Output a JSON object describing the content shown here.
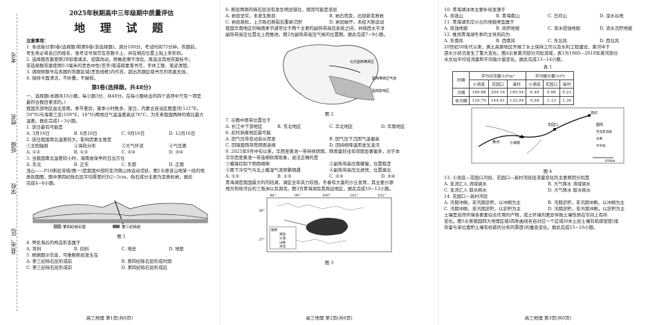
{
  "binding": {
    "kaohao": "考号",
    "xingming": "姓名",
    "banji": "班级",
    "xuexiao": "学校",
    "xian": "县(市、区)"
  },
  "page1": {
    "title_main": "2025年秋期高中三年级期中质量评估",
    "title_sub": "地 理 试 题",
    "notes_head": "注意事项：",
    "notes": [
      "1. 本试卷分第Ⅰ卷(选择题)和第Ⅱ卷(非选择题)，满分100分，考试时间75分钟。答题前，",
      "考生务必将自己的姓名、准考证号填写在答题卡上，并在相应位置上贴上条形码。",
      "2. 选择题答案使用2B铅笔填涂，如需改动，用橡皮擦干净后，再选涂其他答案标号；",
      "非选择题答案使用0.5毫米的黑色中性(签字)笔或碳素笔书写，字体工整、笔迹清楚。",
      "3. 请按照题号在各题的答题区域(黑色线框)内作答，超出答题区域书写的答案无效。",
      "4. 保持卡面清洁，不折叠，不破损。"
    ],
    "section": "第Ⅰ卷(选择题，共48分)",
    "intro": [
      "一、选择题(本题共16小题，每小题3分，共48分。在每小题给出的四个选项中只有一项是",
      "最符合题目要求的。)",
      "我国东部地区由北至南，季节差异，夏季小时数多，某日，内蒙古自治区图里河(121°E，",
      "50°N)与海南三亚(109°E，18°N)两地日气温温差高达76°C，为东来我国两种的南北最大",
      "温差。据此完成1~3小题。"
    ],
    "q1": "1. 该日最有可能是",
    "q1o": [
      "A. 3月16日",
      "B. 6月16日",
      "C. 9月16日",
      "D. 12月16日"
    ],
    "q2": "2. 该日我国南北温差较大，影响因素主要是",
    "q2o": [
      "①太阳辐射",
      "②海陆分布",
      "③大气环流",
      "④气压差"
    ],
    "q2o2": [
      "A. ①②",
      "B. ①③",
      "C. ②④",
      "D. ③④"
    ],
    "q3": "3. 当我国南北温差较小时，海南省保亭的日出方位",
    "q3o": [
      "A. 东北",
      "B. 正东",
      "C. 东南",
      "D. 正南"
    ],
    "para2": [
      "浅山——P16断层流域(图一)是我国中部的变河南山体运动活跃，图1示意该山地某一段的地",
      "质剖面图，图中第四纪砾石层平均厚度约为2~5cm，砾石成分主要为变质砂岩，据此",
      "完成4~6小题。"
    ],
    "fig1": "图 1",
    "q4": "4. 甲处海谷的构造形态属于",
    "q4o": [
      "A. 背斜",
      "B. 向斜",
      "C. 地垒",
      "D. 地堑"
    ],
    "q5": "5. 根据图示信息，可推断断层发生在",
    "q5o": [
      "A. 第三纪砾石层形成前",
      "B. 第四纪砾石层形成时期"
    ],
    "q5o2": [
      "C. 第三纪砾石层形成前",
      "D. 第四纪砾石层形成后"
    ],
    "legend1": [
      "第四纪砾石层",
      "第三纪砾岩"
    ],
    "footer": "高三地理   第1页(共6页)"
  },
  "page2": {
    "q6": "6. 断层两侧的砾石层没有发生明显错位，原因可能是该层",
    "q6o": [
      "A. 岩层坚实，未发生断层",
      "B. 岩石而变，出现新变质岩"
    ],
    "q6o2": [
      "C. 岩层疏松，上方砾石断裂后重新沉积",
      "D. 岩层破坏，未经大断运动"
    ],
    "para": [
      "我国华南地区的梅雨季节通常位于两个主要的副热带高压系统之间，并随西太平洋",
      "副热带高压位置北上而推进。图2为副热带高压气候的位置图。据此完成7~9小题。"
    ],
    "map_labels": [
      "北方副热带高压",
      "副热带高压气流",
      "副高影响区"
    ],
    "fig2": "图 2",
    "q7": "7. 示图中雨带位置位于",
    "q7o": [
      "A. 长江中下游地区",
      "B. 东北地区",
      "C. 华北地区",
      "D. 华南地区"
    ],
    "q8": "8. 此时浙闽地区最可能",
    "q8o": [
      "A. 因气压带变动自从而发",
      "B. 因气压下沉而气温偏高"
    ],
    "q8o2": [
      "C. 因锋面雨带而阴雨连绵",
      "D. 因持续降温而发生凌汛"
    ],
    "q9": "9. 2025年9月中旬以来，华西至黄淮一带持续阴雨，降雨量较往年同期显著偏多，对于本",
    "q9b": "次华西至黄淮一带连绵秋雨现象，说法正确的是",
    "q9o": [
      "①暖锋控制下阴雨绵绵",
      "②副热带高压南撤慢，位置稳定"
    ],
    "q9o2": [
      "③南下冷空气与北上暖湿气流频繁相遇",
      "④副热带高压北进快，位置偏北"
    ],
    "q9o3": [
      "A. ①②",
      "B. ①③",
      "C. ②③",
      "D. ③④"
    ],
    "para3": [
      "青海湖是我国最大的内陆湖，湖区全年风力较强，冬春有大量的沙丘发育，其主要沙源",
      "地为布哈河谷的三角洲以及湖滨。图3为青海湖及其周边地区，据此完成10~12小题。"
    ],
    "lon": [
      "98°",
      "99°",
      "100°",
      "101°",
      "102°"
    ],
    "lat": [
      "38°",
      "37°"
    ],
    "map3_legend": [
      "图例",
      "湖泊",
      "沙漠",
      "山脉",
      "河流"
    ],
    "fig3": "图 3",
    "footer": "高三地理   第2页(共6页)"
  },
  "page3": {
    "q10": "10. 青海湖冰体主要补给发源于",
    "q10o": [
      "A. 祁连山",
      "B. 青海南山",
      "C. 日月山",
      "D. 湟水谷地"
    ],
    "q11": "11. 青海湖东岸沙丘的地貌类型属于",
    "q11o": [
      "A. 风蚀地貌",
      "B. 风积地貌",
      "C. 流水侵蚀地貌",
      "D. 流水沉积地貌"
    ],
    "q12": "12. 推测青海湖冬季的主导风向为",
    "q12o": [
      "A. 东南风",
      "B. 西南风",
      "C. 东北风",
      "D. 西北风"
    ],
    "para": [
      "20世纪50年代以来，黄土高原地区开展了水土保持工作以及水利工程建设，黄河中下",
      "游水沙状况发生了重大变化，图4示意黄河部分河段流域，表1为1960—2019年黄河部分",
      "水文站平均径流量和平均输沙量变化，据此完成13~14小题。"
    ],
    "table_title": "表 1",
    "table": {
      "h_period": "时期",
      "h_runoff": "平均径流量/10⁸m³",
      "h_sed": "平均输沙量/10⁸t",
      "sub": [
        "小浪底",
        "花园口",
        "高村",
        "小浪底",
        "花园口",
        "高村"
      ],
      "rows": [
        {
          "label": "汛期",
          "vals": [
            "189.88",
            "204.16",
            "190.54",
            "6.49",
            "6.06",
            "5.23"
          ]
        },
        {
          "label": "非汛期",
          "vals": [
            "129.79",
            "144.41",
            "132.94",
            "0.58",
            "1.13",
            "1.30"
          ]
        }
      ]
    },
    "map4_labels": [
      "高村",
      "花园口",
      "小浪底",
      "黄河"
    ],
    "map4_legend": [
      "图例",
      "河流及流域",
      "水库",
      "水文站"
    ],
    "scale": "160km",
    "fig4": "图 4",
    "q13": "13. 小浪底—花园口河段、花园口—高村河段径流量变化的主要原因分别是",
    "q13o": [
      "A. 支流汇入 流域调水",
      "B. 大气降水 流域调水"
    ],
    "q13o2": [
      "C. 支流汇入 取水耗水",
      "D. 大气降水 取水耗水"
    ],
    "q14": "14. 花园口—高村河段",
    "q14o": [
      "A. 汛期冲刷，非汛期淤积，以冲刷为主",
      "B. 汛期淤积，非汛期冲刷，以冲刷为主"
    ],
    "q14o2": [
      "C. 汛期冲刷，非汛期淤积，以淤积为主",
      "D. 汛期淤积，非汛期冲刷，以淤积为主"
    ],
    "para2": [
      "土壤是自然环境各要素综合作用的产物，成土环境的差异导致土壤性质在空间上有所",
      "变化。图5示意我国四大地理区域(四条曲线各自对应一个区域)0米土层土壤有机碳密度(储",
      "存量与单位面积土壤有机碳的分布的厚度)的垂直变化。据此完成15~16小题。"
    ],
    "footer": "高三地理   第3页(共6页)"
  }
}
